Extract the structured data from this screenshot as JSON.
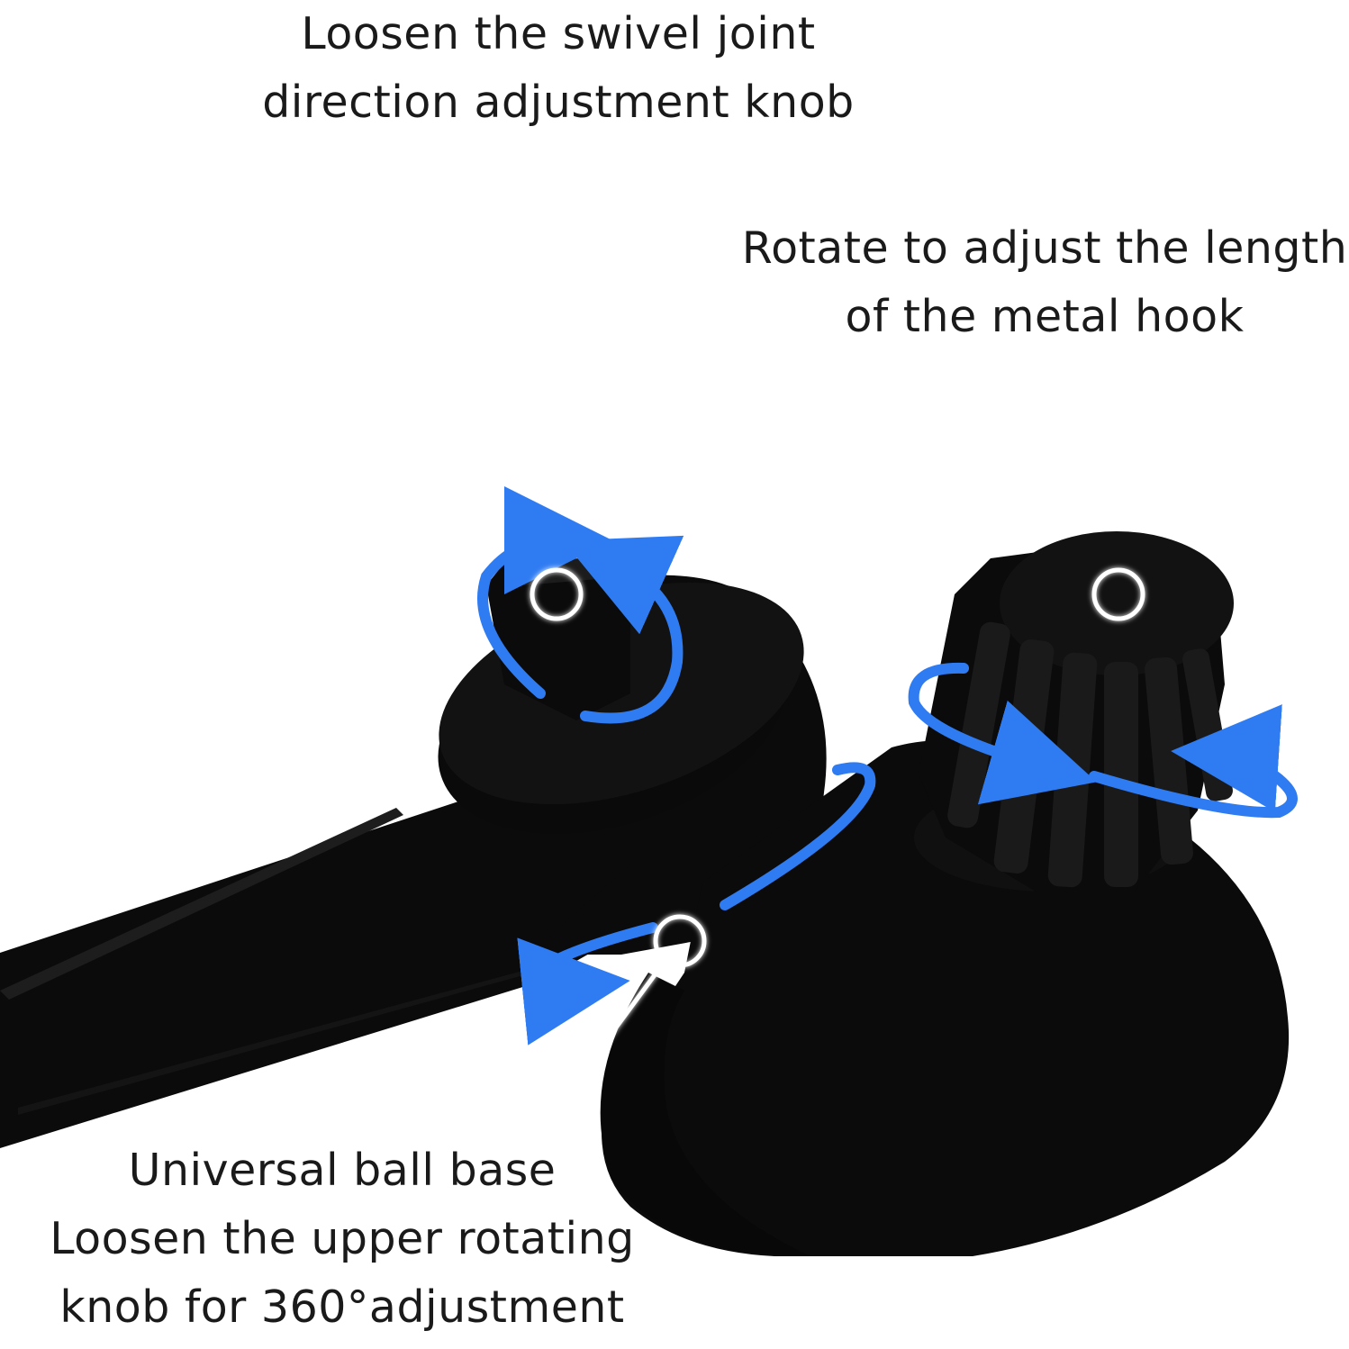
{
  "colors": {
    "background": "#ffffff",
    "product": "#0b0b0b",
    "accent_blue": "#2f7cf2",
    "callout_line": "#ffffff",
    "text": "#1a1a1a"
  },
  "callouts": {
    "swivel": {
      "line1": "Loosen the swivel joint",
      "line2": "direction adjustment knob"
    },
    "hook": {
      "line1": "Rotate to adjust the length",
      "line2": "of the metal hook"
    },
    "base": {
      "line1": "Universal ball base",
      "line2": "Loosen the upper rotating",
      "line3": "knob for 360°adjustment"
    }
  },
  "icons": [
    "rotation-arrow-icon",
    "callout-marker-icon"
  ]
}
